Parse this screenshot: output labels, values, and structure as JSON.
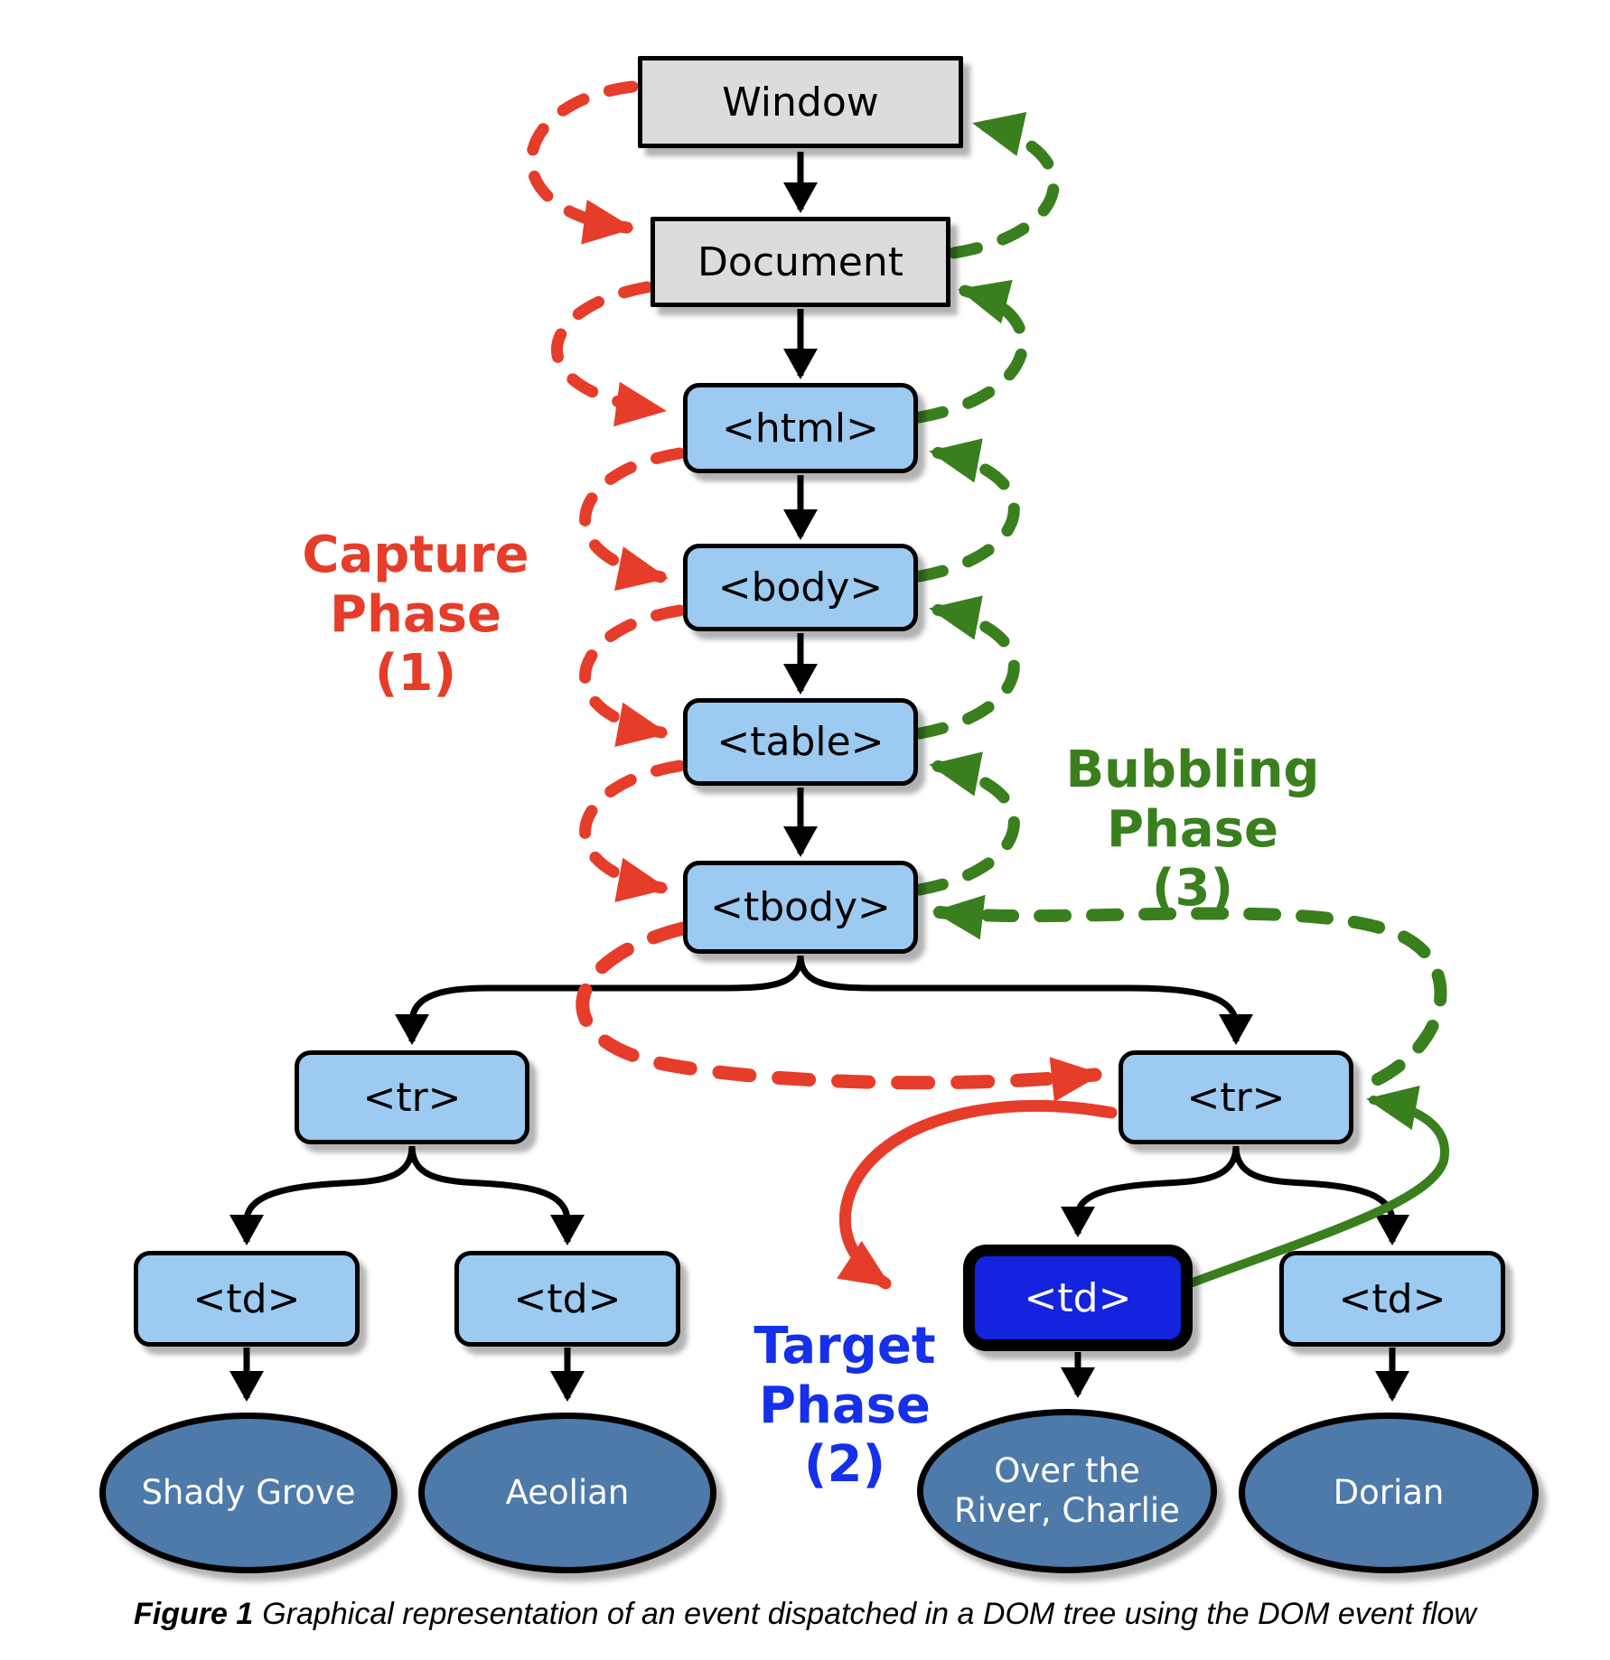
{
  "diagram": {
    "nodes": {
      "window": "Window",
      "document": "Document",
      "html": "<html>",
      "body": "<body>",
      "table": "<table>",
      "tbody": "<tbody>",
      "tr_left": "<tr>",
      "tr_right": "<tr>",
      "td_1": "<td>",
      "td_2": "<td>",
      "td_target": "<td>",
      "td_4": "<td>"
    },
    "leaves": {
      "shady_grove": "Shady Grove",
      "aeolian": "Aeolian",
      "over_the_river": "Over the River, Charlie",
      "dorian": "Dorian"
    },
    "labels": {
      "capture": {
        "line1": "Capture",
        "line2": "Phase",
        "line3": "(1)"
      },
      "bubbling": {
        "line1": "Bubbling",
        "line2": "Phase",
        "line3": "(3)"
      },
      "target": {
        "line1": "Target",
        "line2": "Phase",
        "line3": "(2)"
      }
    },
    "colors": {
      "capture_red": "#e63c2a",
      "bubbling_green": "#3a7f1e",
      "target_blue": "#1530e8",
      "target_node_fill": "#1323de",
      "node_fill_blue": "#9ccaf0",
      "node_fill_gray": "#dcdcdc",
      "leaf_fill": "#4e7aaa",
      "line_black": "#000000"
    },
    "caption": {
      "prefix": "Figure 1",
      "text": "Graphical representation of an event dispatched in a DOM tree using the DOM event flow"
    }
  }
}
